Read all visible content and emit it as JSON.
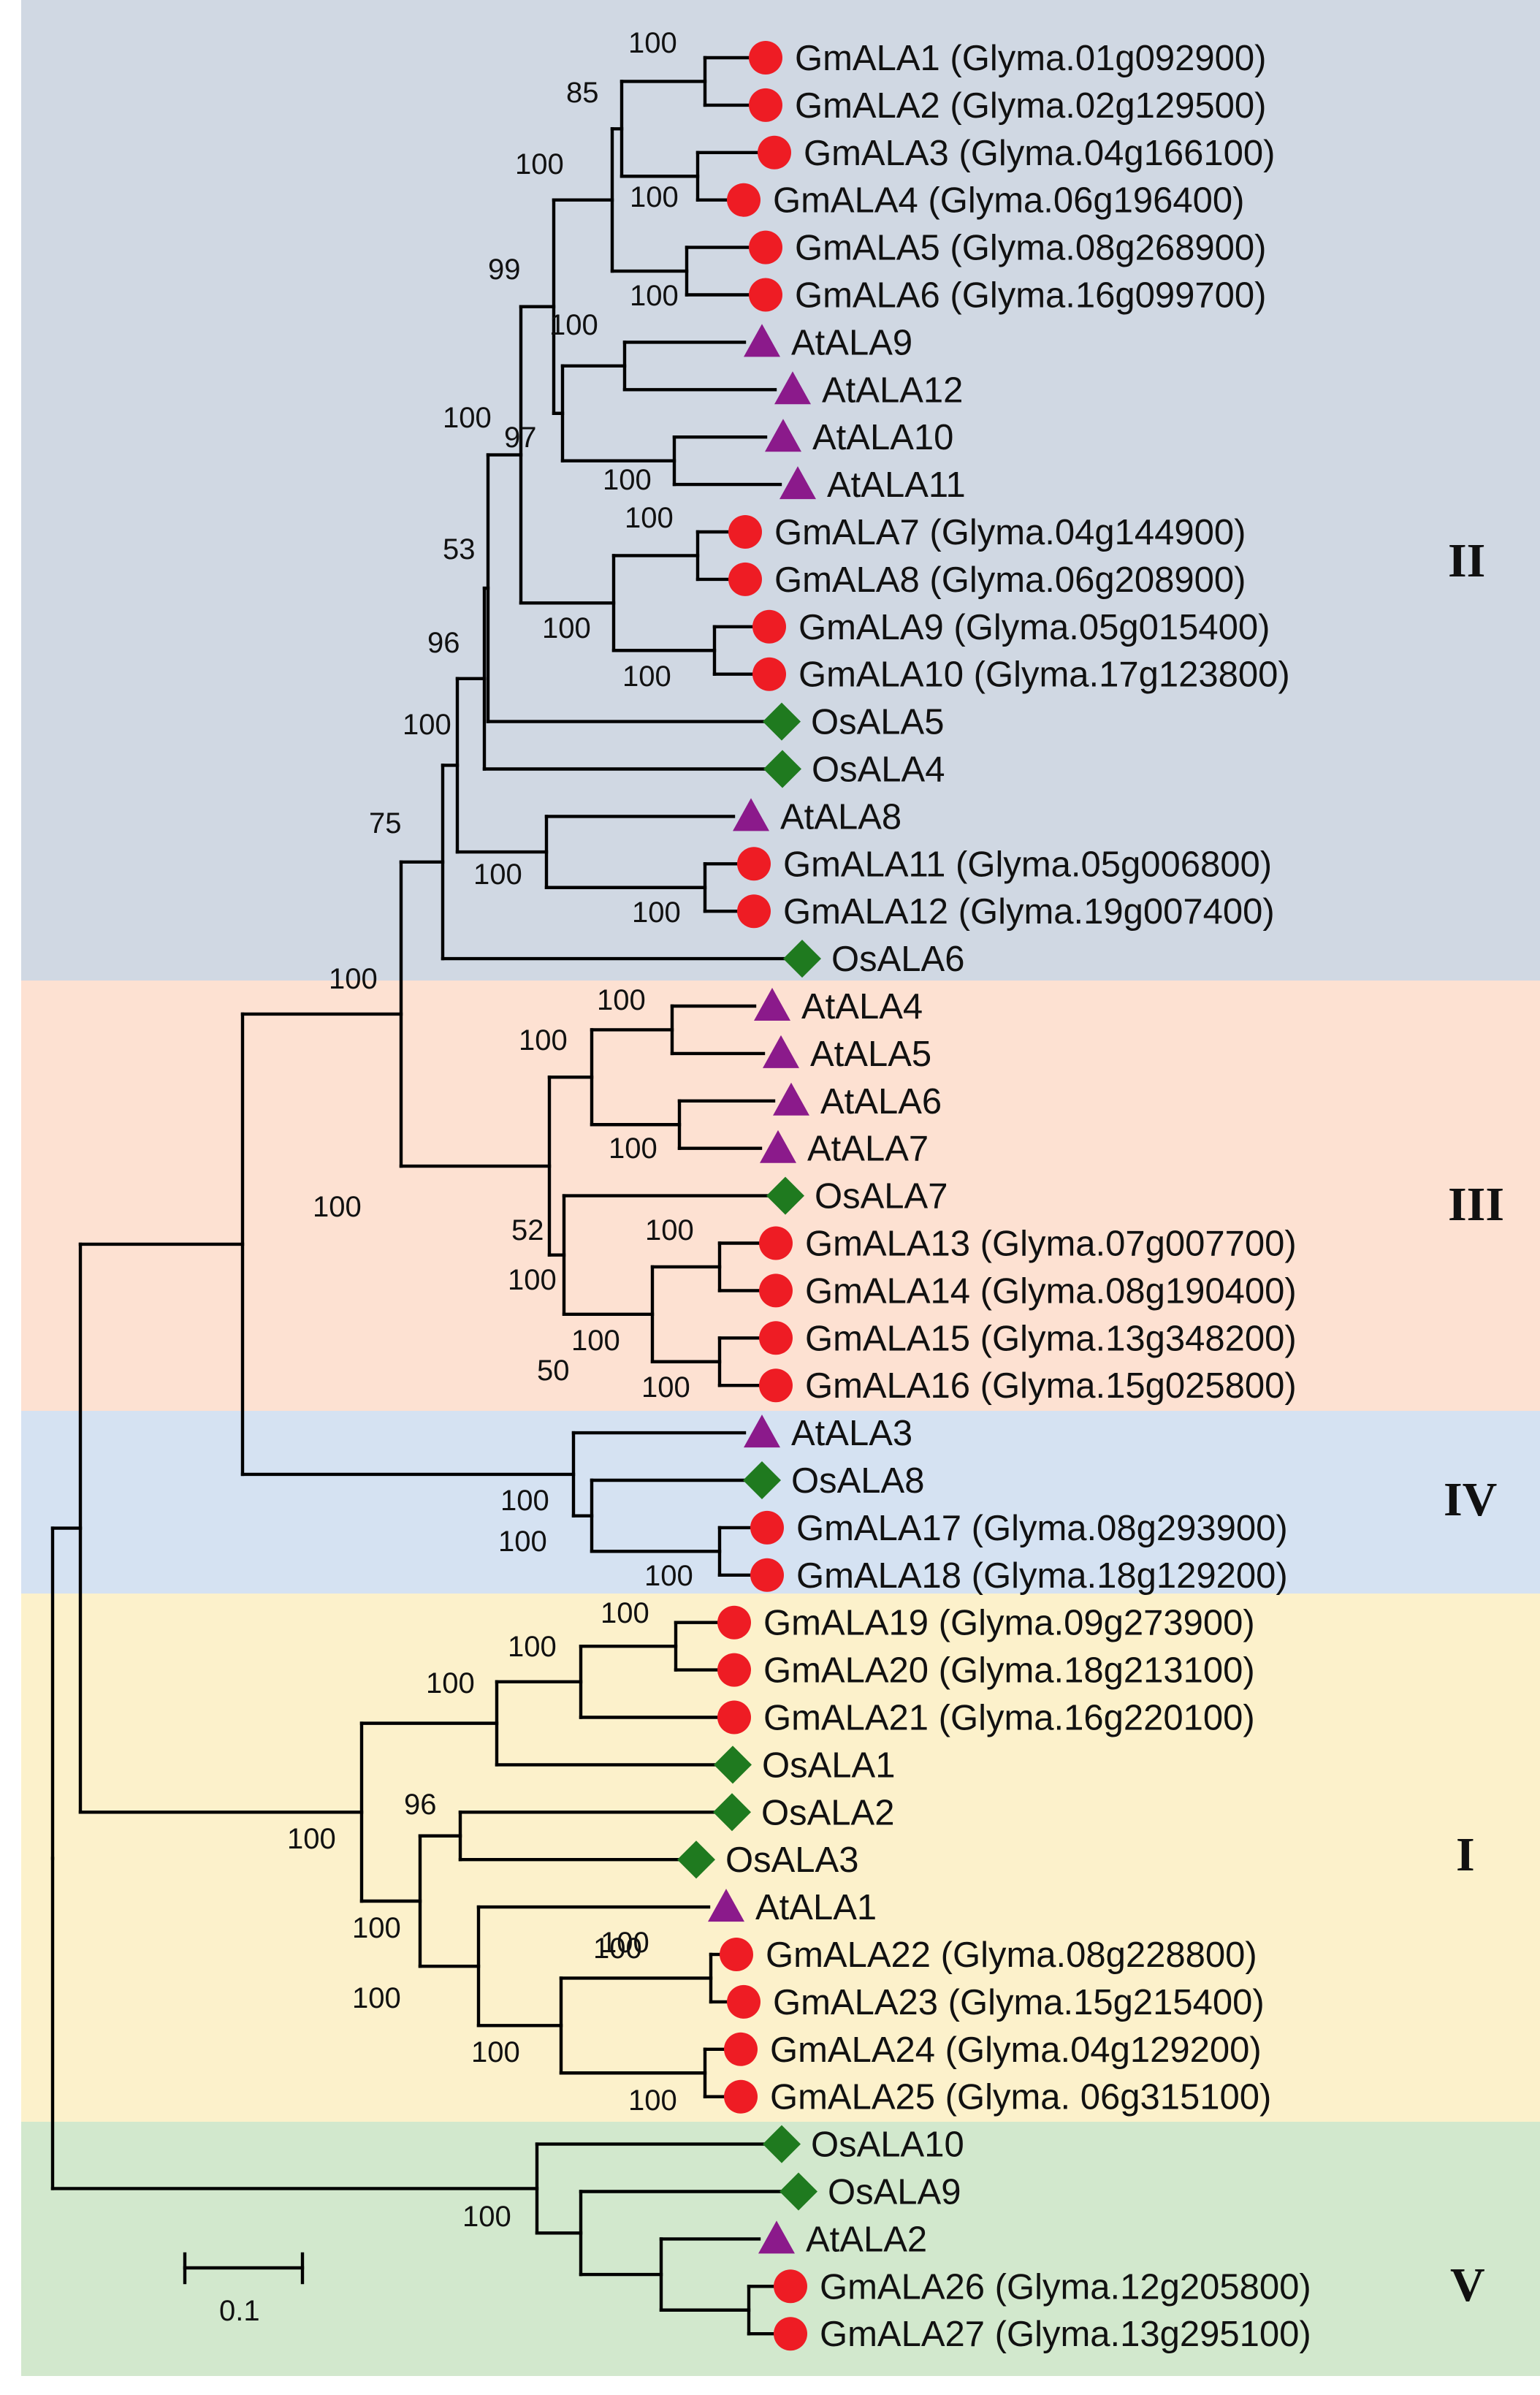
{
  "colors": {
    "clade_II_bg": "#d0d8e3",
    "clade_III_bg": "#fde1d2",
    "clade_IV_bg": "#d5e2f2",
    "clade_I_bg": "#fcf1cb",
    "clade_V_bg": "#d2e8cd",
    "soybean_marker": "#ee1c24",
    "arabidopsis_marker": "#8b1a8b",
    "rice_marker": "#1f7a1f",
    "branch": "#000000"
  },
  "marker_legend": {
    "Gm": "red-circle",
    "At": "purple-triangle",
    "Os": "green-diamond"
  },
  "clade_labels": [
    "II",
    "III",
    "IV",
    "I",
    "V"
  ],
  "scale_bar": {
    "label": "0.1"
  },
  "leaves": [
    {
      "id": "GmALA1",
      "label": "GmALA1 (Glyma.01g092900)",
      "species": "Gm"
    },
    {
      "id": "GmALA2",
      "label": "GmALA2 (Glyma.02g129500)",
      "species": "Gm"
    },
    {
      "id": "GmALA3",
      "label": "GmALA3 (Glyma.04g166100)",
      "species": "Gm"
    },
    {
      "id": "GmALA4",
      "label": "GmALA4 (Glyma.06g196400)",
      "species": "Gm"
    },
    {
      "id": "GmALA5",
      "label": "GmALA5 (Glyma.08g268900)",
      "species": "Gm"
    },
    {
      "id": "GmALA6",
      "label": "GmALA6 (Glyma.16g099700)",
      "species": "Gm"
    },
    {
      "id": "AtALA9",
      "label": "AtALA9",
      "species": "At"
    },
    {
      "id": "AtALA12",
      "label": "AtALA12",
      "species": "At"
    },
    {
      "id": "AtALA10",
      "label": "AtALA10",
      "species": "At"
    },
    {
      "id": "AtALA11",
      "label": "AtALA11",
      "species": "At"
    },
    {
      "id": "GmALA7",
      "label": "GmALA7 (Glyma.04g144900)",
      "species": "Gm"
    },
    {
      "id": "GmALA8",
      "label": "GmALA8 (Glyma.06g208900)",
      "species": "Gm"
    },
    {
      "id": "GmALA9",
      "label": "GmALA9 (Glyma.05g015400)",
      "species": "Gm"
    },
    {
      "id": "GmALA10",
      "label": "GmALA10 (Glyma.17g123800)",
      "species": "Gm"
    },
    {
      "id": "OsALA5",
      "label": "OsALA5",
      "species": "Os"
    },
    {
      "id": "OsALA4",
      "label": "OsALA4",
      "species": "Os"
    },
    {
      "id": "AtALA8",
      "label": "AtALA8",
      "species": "At"
    },
    {
      "id": "GmALA11",
      "label": "GmALA11 (Glyma.05g006800)",
      "species": "Gm"
    },
    {
      "id": "GmALA12",
      "label": "GmALA12 (Glyma.19g007400)",
      "species": "Gm"
    },
    {
      "id": "OsALA6",
      "label": "OsALA6",
      "species": "Os"
    },
    {
      "id": "AtALA4",
      "label": "AtALA4",
      "species": "At"
    },
    {
      "id": "AtALA5",
      "label": "AtALA5",
      "species": "At"
    },
    {
      "id": "AtALA6",
      "label": "AtALA6",
      "species": "At"
    },
    {
      "id": "AtALA7",
      "label": "AtALA7",
      "species": "At"
    },
    {
      "id": "OsALA7",
      "label": "OsALA7",
      "species": "Os"
    },
    {
      "id": "GmALA13",
      "label": "GmALA13 (Glyma.07g007700)",
      "species": "Gm"
    },
    {
      "id": "GmALA14",
      "label": "GmALA14 (Glyma.08g190400)",
      "species": "Gm"
    },
    {
      "id": "GmALA15",
      "label": "GmALA15 (Glyma.13g348200)",
      "species": "Gm"
    },
    {
      "id": "GmALA16",
      "label": "GmALA16 (Glyma.15g025800)",
      "species": "Gm"
    },
    {
      "id": "AtALA3",
      "label": "AtALA3",
      "species": "At"
    },
    {
      "id": "OsALA8",
      "label": "OsALA8",
      "species": "Os"
    },
    {
      "id": "GmALA17",
      "label": "GmALA17 (Glyma.08g293900)",
      "species": "Gm"
    },
    {
      "id": "GmALA18",
      "label": "GmALA18 (Glyma.18g129200)",
      "species": "Gm"
    },
    {
      "id": "GmALA19",
      "label": "GmALA19 (Glyma.09g273900)",
      "species": "Gm"
    },
    {
      "id": "GmALA20",
      "label": "GmALA20 (Glyma.18g213100)",
      "species": "Gm"
    },
    {
      "id": "GmALA21",
      "label": "GmALA21 (Glyma.16g220100)",
      "species": "Gm"
    },
    {
      "id": "OsALA1",
      "label": "OsALA1",
      "species": "Os"
    },
    {
      "id": "OsALA2",
      "label": "OsALA2",
      "species": "Os"
    },
    {
      "id": "OsALA3",
      "label": "OsALA3",
      "species": "Os"
    },
    {
      "id": "AtALA1",
      "label": "AtALA1",
      "species": "At"
    },
    {
      "id": "GmALA22",
      "label": "GmALA22 (Glyma.08g228800)",
      "species": "Gm"
    },
    {
      "id": "GmALA23",
      "label": "GmALA23 (Glyma.15g215400)",
      "species": "Gm"
    },
    {
      "id": "GmALA24",
      "label": "GmALA24 (Glyma.04g129200)",
      "species": "Gm"
    },
    {
      "id": "GmALA25",
      "label": "GmALA25 (Glyma. 06g315100)",
      "species": "Gm"
    },
    {
      "id": "OsALA10",
      "label": "OsALA10",
      "species": "Os"
    },
    {
      "id": "OsALA9",
      "label": "OsALA9",
      "species": "Os"
    },
    {
      "id": "AtALA2",
      "label": "AtALA2",
      "species": "At"
    },
    {
      "id": "GmALA26",
      "label": "GmALA26 (Glyma.12g205800)",
      "species": "Gm"
    },
    {
      "id": "GmALA27",
      "label": "GmALA27 (Glyma.13g295100)",
      "species": "Gm"
    }
  ],
  "bootstrap_values": [
    "100",
    "85",
    "100",
    "100",
    "100",
    "99",
    "100",
    "100",
    "97",
    "100",
    "53",
    "100",
    "100",
    "96",
    "100",
    "100",
    "75",
    "100",
    "100",
    "100",
    "100",
    "100",
    "100",
    "100",
    "52",
    "100",
    "100",
    "100",
    "100",
    "50",
    "100",
    "100",
    "100",
    "100",
    "100",
    "100",
    "96",
    "100",
    "100",
    "100",
    "100",
    "100",
    "100",
    "100",
    "100"
  ]
}
